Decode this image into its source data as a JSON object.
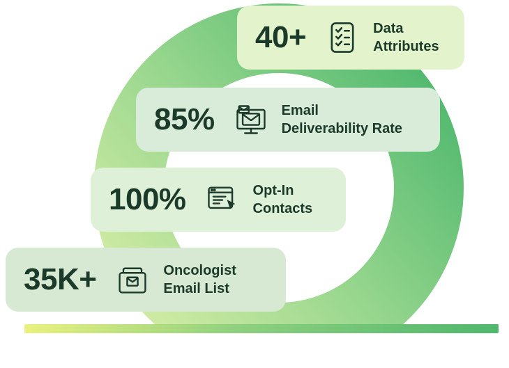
{
  "colors": {
    "text-dark": "#1c3a2a",
    "card-1-bg": "#e3f4cd",
    "card-2-bg": "#d9ebd9",
    "card-3-bg": "#def0d8",
    "card-4-bg": "#d7e9d3",
    "ring-start": "#d8eea6",
    "ring-mid": "#9fd991",
    "ring-end": "#54ba70",
    "bar-start": "#eaf180",
    "bar-mid": "#8ed07f",
    "bar-end": "#50b76d"
  },
  "stats": [
    {
      "value": "40+",
      "label_line1": "Data",
      "label_line2": "Attributes",
      "icon": "checklist-icon"
    },
    {
      "value": "85%",
      "label_line1": "Email",
      "label_line2": "Deliverability Rate",
      "icon": "email-monitor-icon"
    },
    {
      "value": "100%",
      "label_line1": "Opt-In",
      "label_line2": "Contacts",
      "icon": "opt-in-click-icon"
    },
    {
      "value": "35K+",
      "label_line1": "Oncologist",
      "label_line2": "Email List",
      "icon": "email-folder-icon"
    }
  ]
}
